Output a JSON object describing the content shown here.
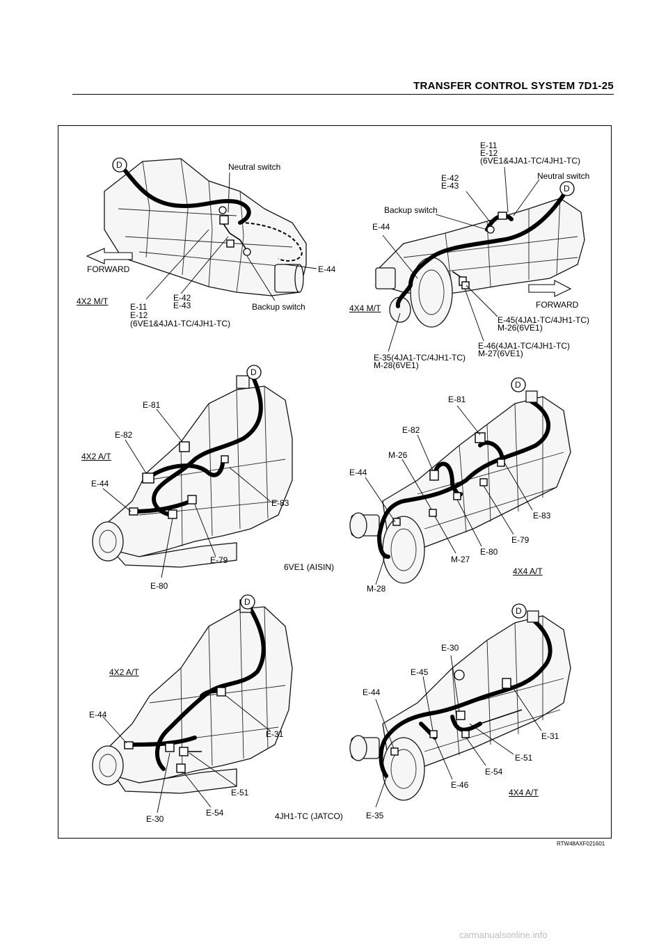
{
  "header": {
    "title": "TRANSFER CONTROL SYSTEM  7D1-25"
  },
  "figure_code": "RTW48AXF021601",
  "watermark": "carmanualsonline.info",
  "marker": "D",
  "panels": {
    "p1": {
      "model": "4X2 M/T",
      "forward": "FORWARD",
      "neutral": "Neutral switch",
      "backup": "Backup switch",
      "e44": "E-44",
      "e42": "E-42",
      "e43": "E-43",
      "e11": "E-11",
      "e12": "E-12",
      "note": "(6VE1&4JA1-TC/4JH1-TC)"
    },
    "p2": {
      "model": "4X4 M/T",
      "forward": "FORWARD",
      "e11": "E-11",
      "e12": "E-12",
      "note": "(6VE1&4JA1-TC/4JH1-TC)",
      "neutral": "Neutral switch",
      "e42": "E-42",
      "e43": "E-43",
      "backup": "Backup switch",
      "e44": "E-44",
      "e45": "E-45(4JA1-TC/4JH1-TC)",
      "m26": "M-26(6VE1)",
      "e46": "E-46(4JA1-TC/4JH1-TC)",
      "m27": "M-27(6VE1)",
      "e35": "E-35(4JA1-TC/4JH1-TC)",
      "m28": "M-28(6VE1)"
    },
    "p3": {
      "model": "4X2 A/T",
      "e81": "E-81",
      "e82": "E-82",
      "e44": "E-44",
      "e83": "E-83",
      "e79": "E-79",
      "e80": "E-80",
      "engine": "6VE1 (AISIN)"
    },
    "p4": {
      "model": "4X4 A/T",
      "e81": "E-81",
      "e82": "E-82",
      "m26": "M-26",
      "e44": "E-44",
      "e83": "E-83",
      "e79": "E-79",
      "e80": "E-80",
      "m27": "M-27",
      "m28": "M-28"
    },
    "p5": {
      "model": "4X2 A/T",
      "e44": "E-44",
      "e31": "E-31",
      "e51": "E-51",
      "e54": "E-54",
      "e30": "E-30",
      "engine": "4JH1-TC (JATCO)"
    },
    "p6": {
      "model": "4X4 A/T",
      "e30": "E-30",
      "e45": "E-45",
      "e44": "E-44",
      "e31": "E-31",
      "e51": "E-51",
      "e54": "E-54",
      "e46": "E-46",
      "e35": "E-35"
    }
  }
}
